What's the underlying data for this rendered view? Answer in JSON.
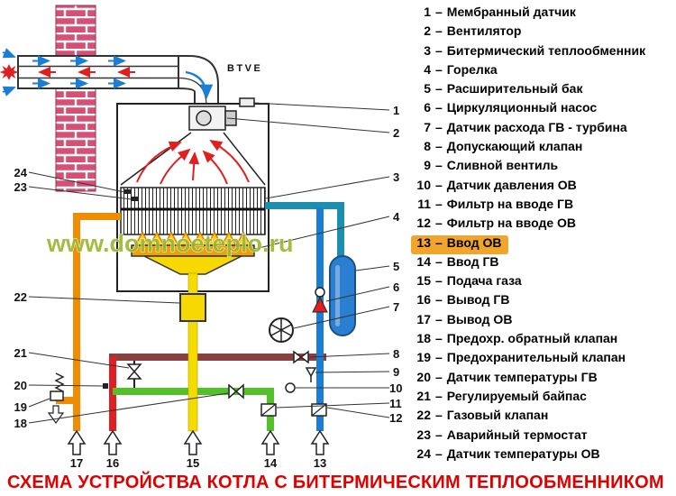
{
  "title": "СХЕМА УСТРОЙСТВА КОТЛА С БИТЕРМИЧЕСКИМ ТЕПЛООБМЕННИКОМ",
  "colors": {
    "title_red": "#e00000",
    "watermark_green": "#9cb82f",
    "legend_highlight_orange": "#f2a52c",
    "brick_pink": "#d84f74",
    "pipe_heating_out_orange": "#f08c00",
    "pipe_dhw_out_red": "#e02020",
    "pipe_dhw_maroon": "#8a4040",
    "pipe_gas_yellow": "#f5dc00",
    "pipe_cold_in_green": "#53c02c",
    "pipe_heating_in_blue": "#1a7fd4",
    "pipe_return_teal": "#1d8fae",
    "burner_yellow": "#f7d800",
    "flame_orange": "#f0a000"
  },
  "diagram": {
    "btve_label": "BTVE",
    "watermark": "www.domnoeteplo.ru",
    "left_callouts": [
      "24",
      "23",
      "22",
      "21",
      "20",
      "19",
      "18"
    ],
    "right_callouts": [
      "1",
      "2",
      "3",
      "4",
      "5",
      "6",
      "7",
      "8",
      "9",
      "10",
      "11",
      "12"
    ],
    "bottom_callouts": [
      "17",
      "16",
      "15",
      "14",
      "13"
    ]
  },
  "legend": {
    "separator": "–",
    "items": [
      {
        "num": "1",
        "label": "Мембранный датчик"
      },
      {
        "num": "2",
        "label": "Вентилятор"
      },
      {
        "num": "3",
        "label": "Битермический теплообменник"
      },
      {
        "num": "4",
        "label": "Горелка"
      },
      {
        "num": "5",
        "label": "Расширительный бак"
      },
      {
        "num": "6",
        "label": "Циркуляционный насос"
      },
      {
        "num": "7",
        "label": "Датчик расхода ГВ - турбина"
      },
      {
        "num": "8",
        "label": "Допускающий клапан"
      },
      {
        "num": "9",
        "label": "Сливной вентиль"
      },
      {
        "num": "10",
        "label": "Датчик давления ОВ"
      },
      {
        "num": "11",
        "label": "Фильтр на вводе ГВ"
      },
      {
        "num": "12",
        "label": "Фильтр на вводе ОВ"
      },
      {
        "num": "13",
        "label": "Ввод ОВ",
        "highlight": true
      },
      {
        "num": "14",
        "label": "Ввод ГВ"
      },
      {
        "num": "15",
        "label": "Подача газа"
      },
      {
        "num": "16",
        "label": "Вывод ГВ"
      },
      {
        "num": "17",
        "label": "Вывод ОВ"
      },
      {
        "num": "18",
        "label": "Предохр. обратный клапан"
      },
      {
        "num": "19",
        "label": "Предохранительный клапан"
      },
      {
        "num": "20",
        "label": "Датчик температуры ГВ"
      },
      {
        "num": "21",
        "label": "Регулируемый байпас"
      },
      {
        "num": "22",
        "label": "Газовый клапан"
      },
      {
        "num": "23",
        "label": "Аварийный термостат"
      },
      {
        "num": "24",
        "label": "Датчик температуры ОВ"
      }
    ]
  }
}
